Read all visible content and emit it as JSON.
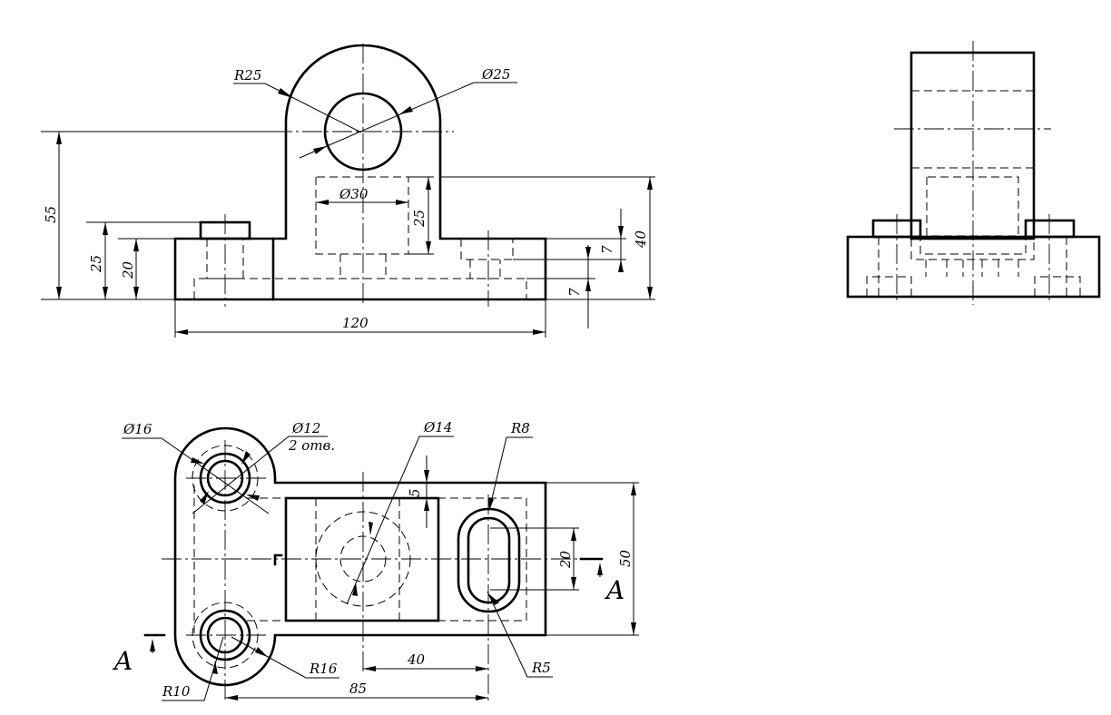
{
  "front_view": {
    "dims": {
      "r_top": "R25",
      "d_hole": "Ø25",
      "d_bore": "Ø30",
      "h_total": "55",
      "h_boss": "25",
      "h_base": "20",
      "w_total": "120",
      "h_bore": "25",
      "h_right": "40",
      "d_step1": "7",
      "d_step2": "7"
    }
  },
  "top_view": {
    "dims": {
      "d_cbore": "Ø16",
      "d_hole": "Ø12",
      "holes_note": "2 отв.",
      "d_center": "Ø14",
      "r_slot": "R8",
      "offset": "5",
      "slot_len": "20",
      "width": "50",
      "span_40": "40",
      "span_85": "85",
      "r16": "R16",
      "r10": "R10",
      "r5": "R5"
    },
    "section_label_left": "A",
    "section_label_right": "A"
  }
}
